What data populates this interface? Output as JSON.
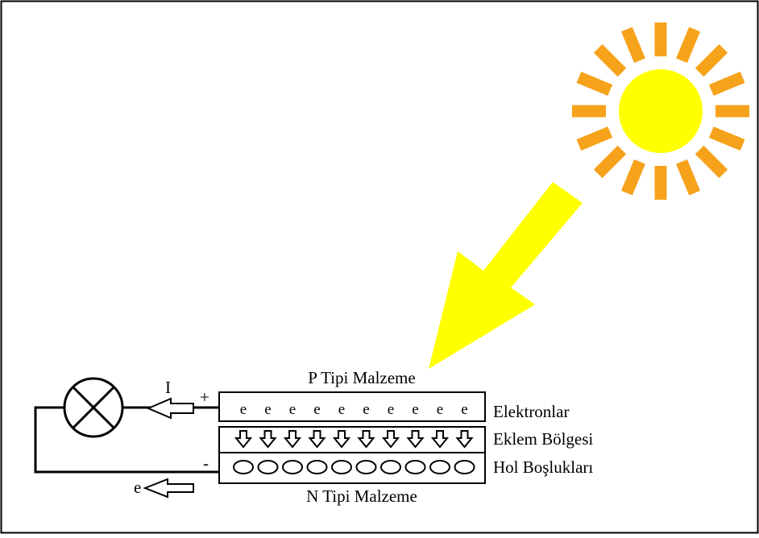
{
  "diagram": {
    "labels": {
      "p_type": "P Tipi Malzeme",
      "n_type": "N Tipi Malzeme",
      "electrons": "Elektronlar",
      "junction": "Eklem Bölgesi",
      "holes": "Hol Boşlukları",
      "current": "I",
      "electron_flow": "e",
      "plus": "+",
      "minus": "-"
    },
    "electron_symbol": "e",
    "cell_count": 10,
    "icons": [
      "sun-icon",
      "sunlight-arrow-icon",
      "lamp-icon"
    ],
    "colors": {
      "sun": "#ffff00",
      "rays": "#f7a21b",
      "light_beam": "#ffff00",
      "line": "#000000"
    }
  }
}
